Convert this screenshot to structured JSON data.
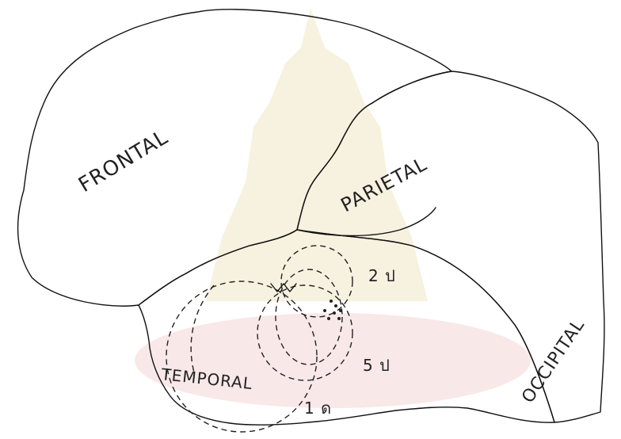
{
  "labels": {
    "frontal": "FRONTAL",
    "parietal": "PARIETAL",
    "temporal": "TEMPORAL",
    "occipital": "OCCIPITAL"
  },
  "region_marks": {
    "upper": "2 ป",
    "middle": "5 ป",
    "lower": "1 ด"
  },
  "colors": {
    "stroke": "#111111",
    "watermark": "#f1e6c4",
    "watermark_base": "#f7dede"
  }
}
